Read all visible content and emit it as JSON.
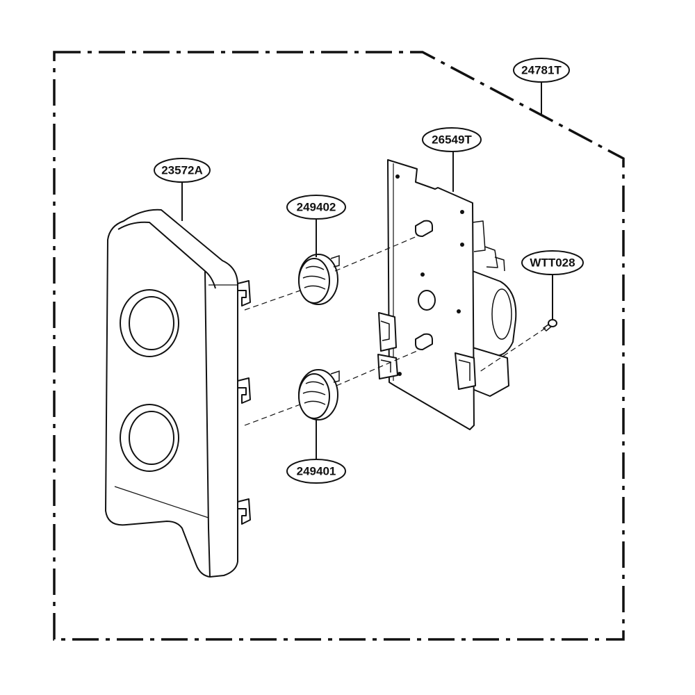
{
  "diagram": {
    "colors": {
      "line": "#111111",
      "paper": "#ffffff",
      "watermark": "#e9e9e9"
    },
    "watermark_text": "",
    "callouts": [
      {
        "id": "assembly",
        "label": "24781T"
      },
      {
        "id": "control-panel",
        "label": "23572A"
      },
      {
        "id": "knob-upper",
        "label": "249402"
      },
      {
        "id": "knob-lower",
        "label": "249401"
      },
      {
        "id": "timer-bracket",
        "label": "26549T"
      },
      {
        "id": "screw",
        "label": "WTT028"
      }
    ]
  }
}
